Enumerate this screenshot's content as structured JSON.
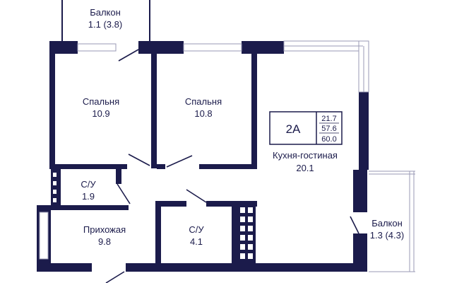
{
  "colors": {
    "wall": "#1b1b4b",
    "background": "#ffffff",
    "window_line": "#9a9ab4"
  },
  "rooms": {
    "balcony_top": {
      "name": "Балкон",
      "area": "1.1 (3.8)"
    },
    "bedroom_1": {
      "name": "Спальня",
      "area": "10.9"
    },
    "bedroom_2": {
      "name": "Спальня",
      "area": "10.8"
    },
    "kitchen_living": {
      "name": "Кухня-гостиная",
      "area": "20.1"
    },
    "bathroom_small": {
      "name": "С/У",
      "area": "1.9"
    },
    "hallway": {
      "name": "Прихожая",
      "area": "9.8"
    },
    "bathroom_large": {
      "name": "С/У",
      "area": "4.1"
    },
    "balcony_right": {
      "name": "Балкон",
      "area": "1.3 (4.3)"
    }
  },
  "apartment_badge": {
    "type": "2А",
    "living_area": "21.7",
    "total_area": "57.6",
    "total_area_with_balconies": "60.0"
  }
}
